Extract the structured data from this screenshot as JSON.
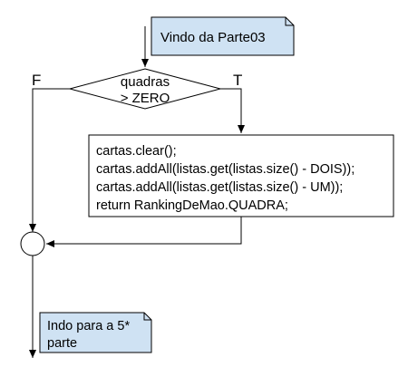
{
  "colors": {
    "note_fill": "#cfe2f3",
    "stroke": "#000000",
    "background": "#ffffff"
  },
  "entry_note": {
    "text": "Vindo da Parte03"
  },
  "decision": {
    "line1": "quadras",
    "line2": "> ZERO",
    "false_label": "F",
    "true_label": "T"
  },
  "process": {
    "lines": [
      "cartas.clear();",
      "cartas.addAll(listas.get(listas.size() - DOIS));",
      "cartas.addAll(listas.get(listas.size() - UM));",
      "return RankingDeMao.QUADRA;"
    ]
  },
  "exit_note": {
    "line1": "Indo para a 5*",
    "line2": "parte"
  }
}
